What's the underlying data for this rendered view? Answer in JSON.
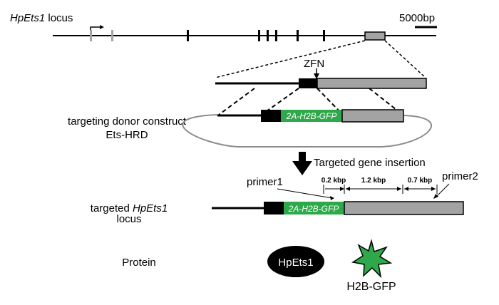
{
  "locus": {
    "gene": "HpEts1",
    "suffix": " locus",
    "scale_label": "5000bp"
  },
  "zoom": {
    "zfn_label": "ZFN"
  },
  "donor": {
    "label_line1": "targeting donor construct",
    "label_line2": "Ets-HRD",
    "insert_label": "2A-H2B-GFP"
  },
  "insertion": {
    "arrow_label": "Targeted gene insertion"
  },
  "targeted": {
    "label_prefix": "targeted ",
    "label_gene": "HpEts1",
    "label_line2": "locus",
    "insert_label": "2A-H2B-GFP",
    "primer1": "primer1",
    "primer2": "primer2",
    "distances": [
      "0.2 kbp",
      "1.2 kbp",
      "0.7 kbp"
    ]
  },
  "protein": {
    "label": "Protein",
    "oval_label": "HpEts1",
    "star_label": "H2B-GFP"
  },
  "colors": {
    "gfp_green": "#2ea84a",
    "exon_gray": "#a3a3a3",
    "black": "#000000"
  }
}
